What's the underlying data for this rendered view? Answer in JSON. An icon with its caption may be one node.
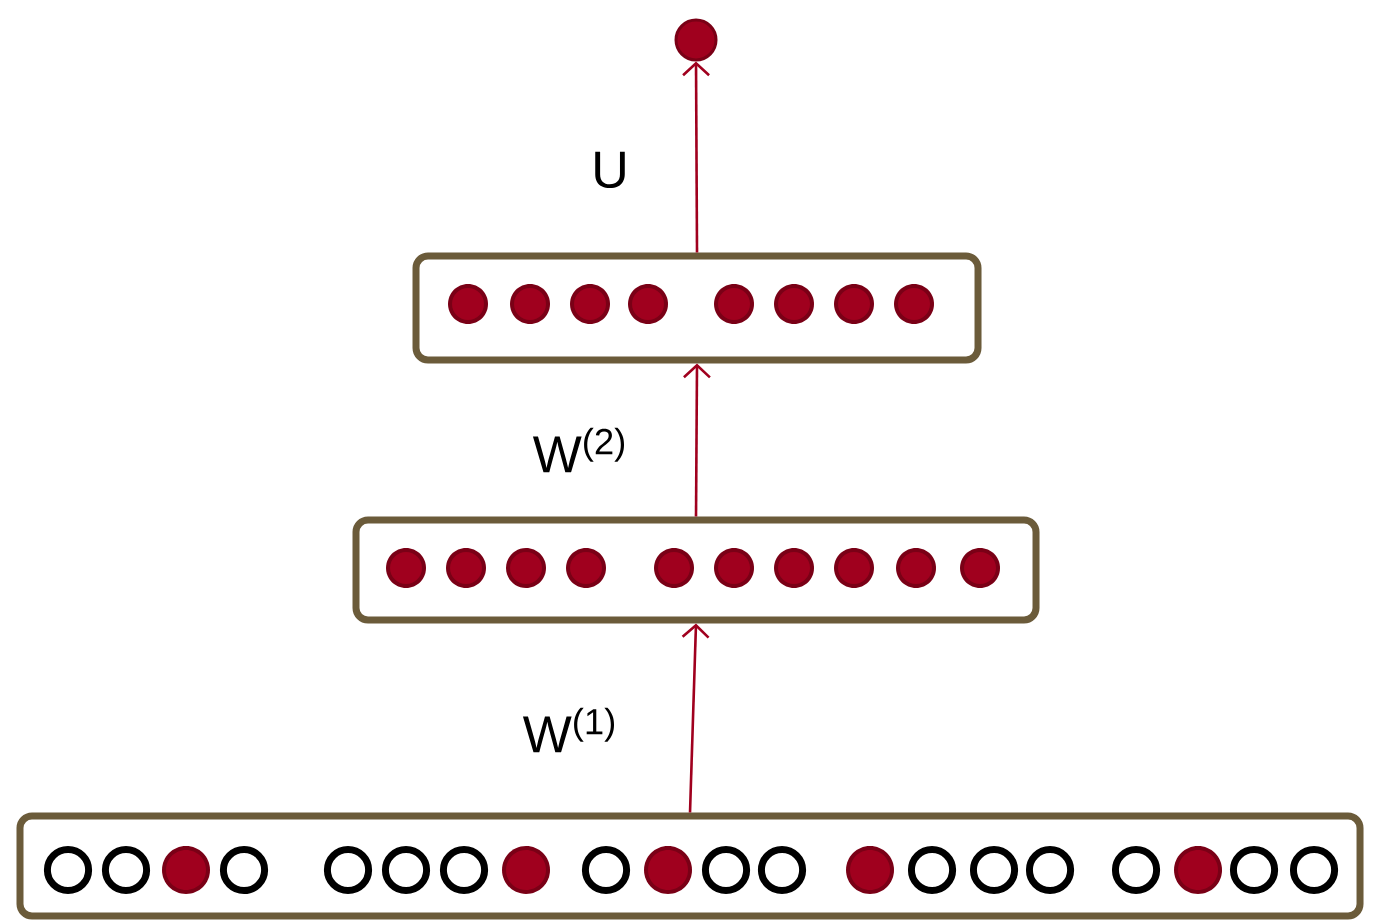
{
  "diagram": {
    "nodes": [
      {
        "text": [],
        "shape": "circle"
      },
      {
        "text": [],
        "shape": "box"
      },
      {
        "text": [],
        "shape": "box"
      },
      {
        "text": [],
        "shape": "box"
      }
    ],
    "edges": [
      {
        "from": 3,
        "to": 2,
        "arrow": "to",
        "label": "W$^{(1)}$"
      },
      {
        "from": 2,
        "to": 1,
        "arrow": "to",
        "label": "W$^{(2)}$"
      },
      {
        "from": 1,
        "to": 0,
        "arrow": "to",
        "label": "U"
      }
    ]
  }
}
